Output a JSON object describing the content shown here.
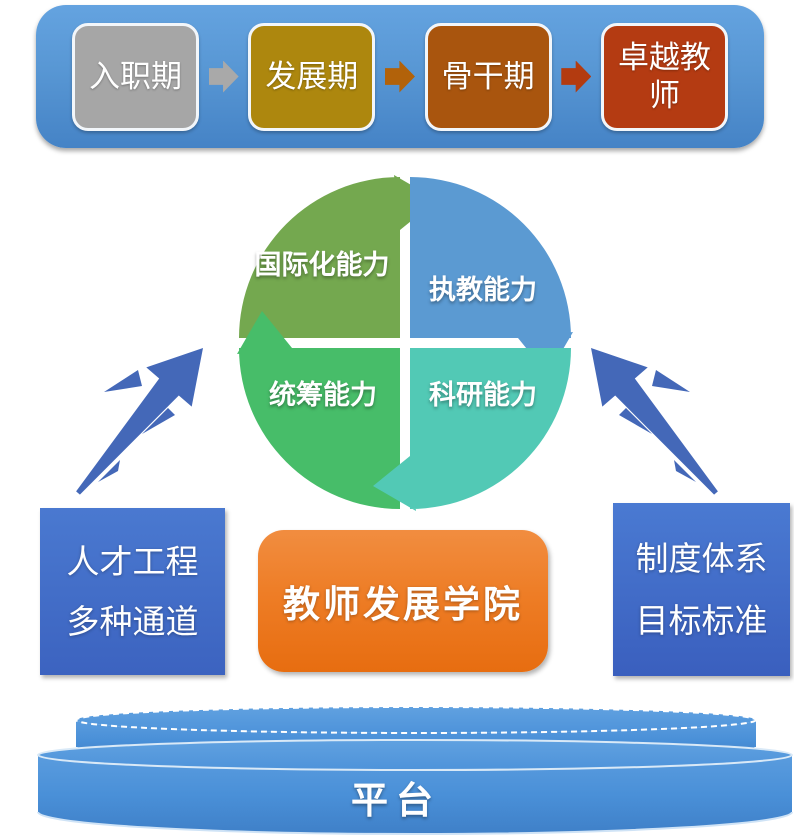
{
  "stages_banner": {
    "background_color": "#5897d4",
    "items": [
      {
        "label": "入职期",
        "color": "#a6a6a6"
      },
      {
        "label": "发展期",
        "color": "#ad870e"
      },
      {
        "label": "骨干期",
        "color": "#a9550e"
      },
      {
        "label": "卓越教师",
        "color": "#b43b12"
      }
    ],
    "arrows": [
      {
        "name": "arrow-right-icon",
        "color": "#a9a9a9"
      },
      {
        "name": "arrow-right-icon",
        "color": "#b2620a"
      },
      {
        "name": "arrow-right-icon",
        "color": "#b33b10"
      }
    ]
  },
  "cycle": {
    "quadrants": [
      {
        "position": "top-left",
        "label": "国际化能力",
        "color": "#74a84f"
      },
      {
        "position": "top-right",
        "label": "执教能力",
        "color": "#5b9ad2"
      },
      {
        "position": "bottom-left",
        "label": "统筹能力",
        "color": "#47bd69"
      },
      {
        "position": "bottom-right",
        "label": "科研能力",
        "color": "#52c9b5"
      }
    ]
  },
  "side_arrows": {
    "name": "brush-arrow-icon",
    "color": "#4468b8"
  },
  "pillars": {
    "left": {
      "lines": [
        "人才工程",
        "多种通道"
      ],
      "color": "#3f6ac4"
    },
    "center": {
      "label": "教师发展学院",
      "color": "#ee7d26"
    },
    "right": {
      "lines": [
        "制度体系",
        "目标标准"
      ],
      "color": "#4070c8"
    }
  },
  "platform": {
    "label": "平台",
    "color": "#4a90d8"
  }
}
